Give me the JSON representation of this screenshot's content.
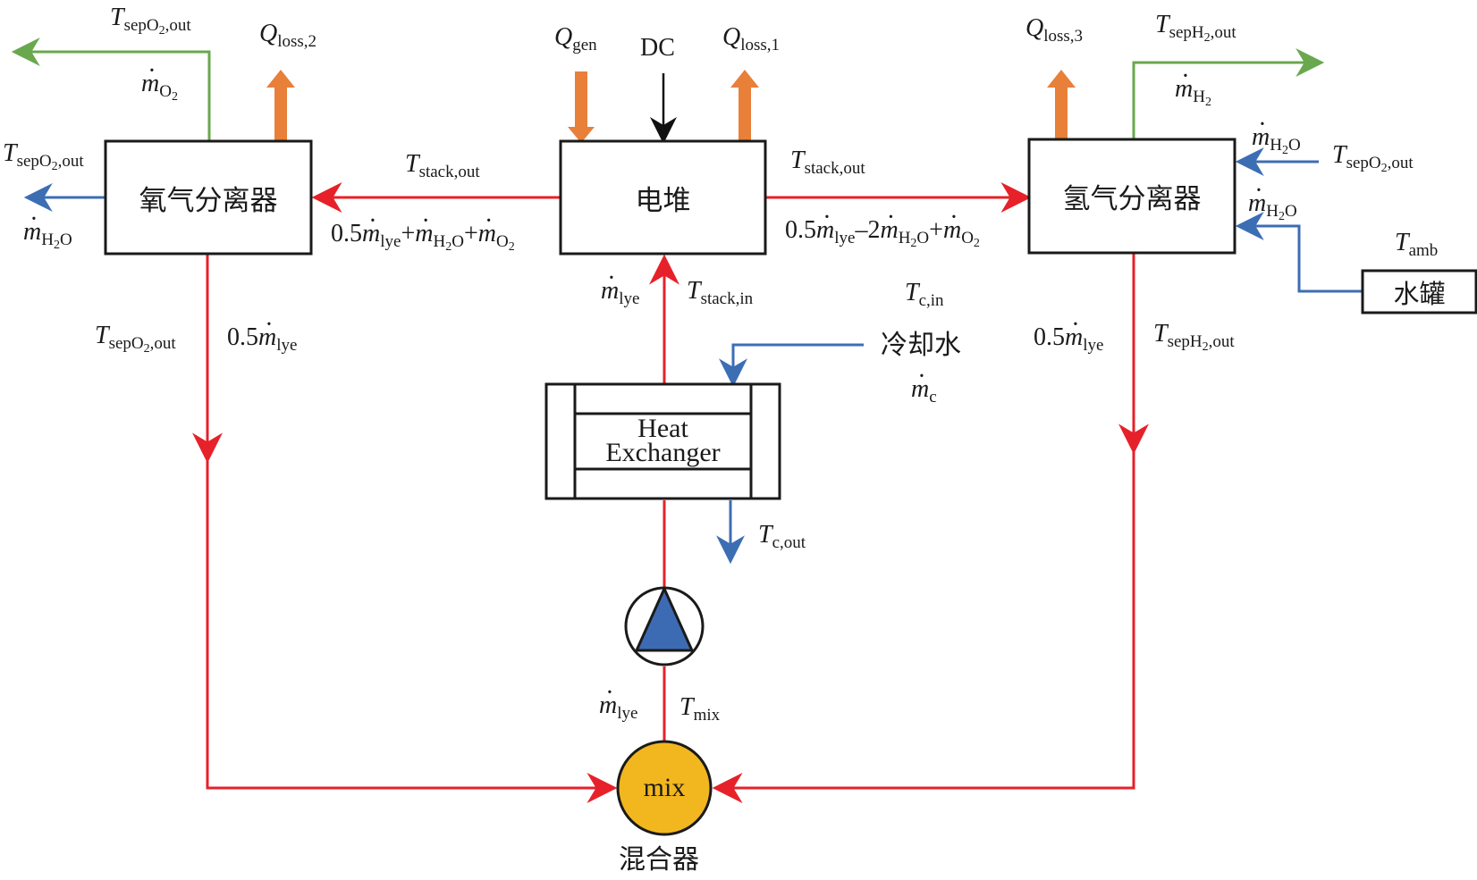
{
  "colors": {
    "lye_flow": "#e62129",
    "water_flow": "#3c6eb4",
    "gas_flow": "#6aa84f",
    "heat_flow": "#e8803a",
    "power_flow": "#111111",
    "mixer_fill": "#f2b71f",
    "pump_fill": "#3d6bb3"
  },
  "components": {
    "stack": {
      "label": "电堆"
    },
    "o2_separator": {
      "label": "氧气分离器"
    },
    "h2_separator": {
      "label": "氢气分离器"
    },
    "water_tank": {
      "label": "水罐"
    },
    "heat_exchanger": {
      "label_line1": "Heat",
      "label_line2": "Exchanger"
    },
    "pump": {
      "label": ""
    },
    "mixer": {
      "label": "mix",
      "caption": "混合器"
    },
    "cooling_water": {
      "label": "冷却水"
    }
  },
  "labels": {
    "dc": "DC",
    "q_gen": {
      "main": "Q",
      "sub": "gen"
    },
    "q_loss_1": {
      "main": "Q",
      "sub": "loss,1"
    },
    "q_loss_2": {
      "main": "Q",
      "sub": "loss,2"
    },
    "q_loss_3": {
      "main": "Q",
      "sub": "loss,3"
    },
    "t_sep_o2_out": {
      "main": "T",
      "sub": "sepO",
      "subsub": "2",
      "tail": ",out"
    },
    "t_sep_h2_out": {
      "main": "T",
      "sub": "sepH",
      "subsub": "2",
      "tail": ",out"
    },
    "t_stack_out": {
      "main": "T",
      "sub": "stack,out"
    },
    "t_stack_in": {
      "main": "T",
      "sub": "stack,in"
    },
    "t_c_in": {
      "main": "T",
      "sub": "c,in"
    },
    "t_c_out": {
      "main": "T",
      "sub": "c,out"
    },
    "t_amb": {
      "main": "T",
      "sub": "amb"
    },
    "t_mix": {
      "main": "T",
      "sub": "mix"
    },
    "m": "m",
    "sub_o2": "O",
    "sub_h2": "H",
    "sub_h2o_h": "H",
    "sub_h2o_o": "O",
    "two": "2",
    "sub_lye": "lye",
    "sub_c": "c",
    "coef_05": "0.5",
    "coef_2": "2",
    "plus": "+",
    "minus": "–"
  }
}
